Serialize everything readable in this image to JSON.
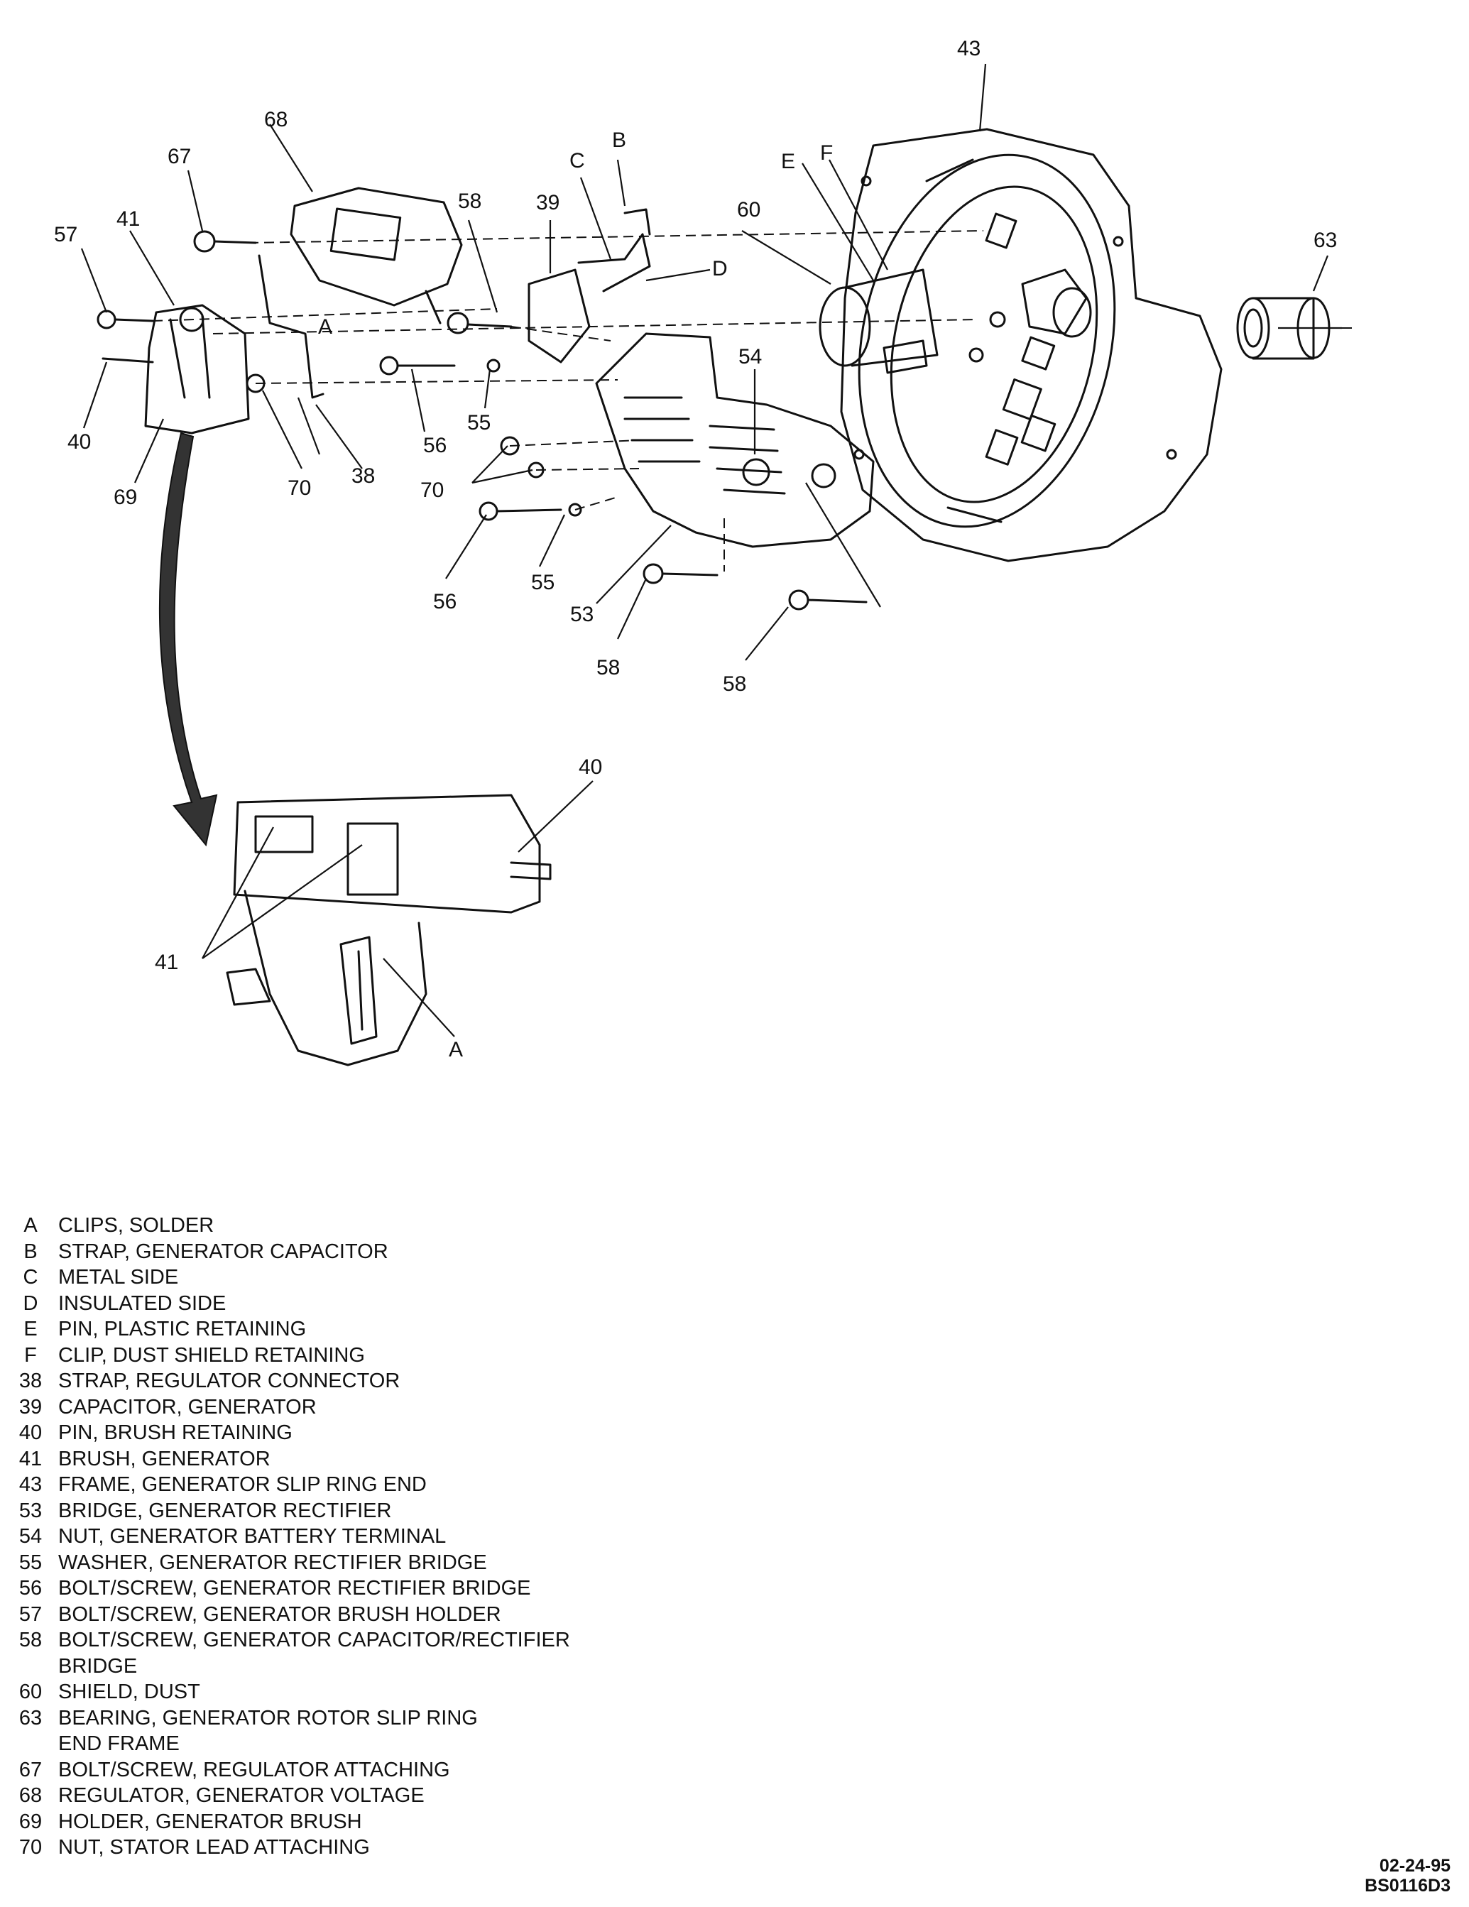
{
  "callouts": {
    "c43": "43",
    "c68": "68",
    "c67": "67",
    "c57": "57",
    "c41": "41",
    "c58a": "58",
    "c39": "39",
    "cC": "C",
    "cB": "B",
    "cD": "D",
    "c60": "60",
    "cE": "E",
    "cF": "F",
    "c63": "63",
    "cA1": "A",
    "c40a": "40",
    "c69": "69",
    "c70a": "70",
    "c38": "38",
    "c56a": "56",
    "c55a": "55",
    "c54": "54",
    "c70b": "70",
    "c56b": "56",
    "c55b": "55",
    "c53": "53",
    "c58b": "58",
    "c58c": "58",
    "c40b": "40",
    "c41b": "41",
    "cA2": "A"
  },
  "legend": [
    {
      "key": "A",
      "desc": "CLIPS, SOLDER"
    },
    {
      "key": "B",
      "desc": "STRAP, GENERATOR CAPACITOR"
    },
    {
      "key": "C",
      "desc": "METAL SIDE"
    },
    {
      "key": "D",
      "desc": "INSULATED SIDE"
    },
    {
      "key": "E",
      "desc": "PIN, PLASTIC RETAINING"
    },
    {
      "key": "F",
      "desc": "CLIP, DUST SHIELD RETAINING"
    },
    {
      "key": "38",
      "desc": "STRAP, REGULATOR CONNECTOR"
    },
    {
      "key": "39",
      "desc": "CAPACITOR, GENERATOR"
    },
    {
      "key": "40",
      "desc": "PIN, BRUSH RETAINING"
    },
    {
      "key": "41",
      "desc": "BRUSH, GENERATOR"
    },
    {
      "key": "43",
      "desc": "FRAME, GENERATOR SLIP RING END"
    },
    {
      "key": "53",
      "desc": "BRIDGE, GENERATOR RECTIFIER"
    },
    {
      "key": "54",
      "desc": "NUT, GENERATOR BATTERY TERMINAL"
    },
    {
      "key": "55",
      "desc": "WASHER, GENERATOR RECTIFIER BRIDGE"
    },
    {
      "key": "56",
      "desc": "BOLT/SCREW, GENERATOR RECTIFIER BRIDGE"
    },
    {
      "key": "57",
      "desc": "BOLT/SCREW, GENERATOR BRUSH HOLDER"
    },
    {
      "key": "58",
      "desc": "BOLT/SCREW, GENERATOR CAPACITOR/RECTIFIER",
      "cont": "BRIDGE"
    },
    {
      "key": "60",
      "desc": "SHIELD, DUST"
    },
    {
      "key": "63",
      "desc": "BEARING, GENERATOR ROTOR SLIP RING",
      "cont": "END FRAME"
    },
    {
      "key": "67",
      "desc": "BOLT/SCREW, REGULATOR ATTACHING"
    },
    {
      "key": "68",
      "desc": "REGULATOR, GENERATOR VOLTAGE"
    },
    {
      "key": "69",
      "desc": "HOLDER, GENERATOR BRUSH"
    },
    {
      "key": "70",
      "desc": "NUT, STATOR LEAD ATTACHING"
    }
  ],
  "figure_code": {
    "date": "02-24-95",
    "id": "BS0116D3"
  }
}
